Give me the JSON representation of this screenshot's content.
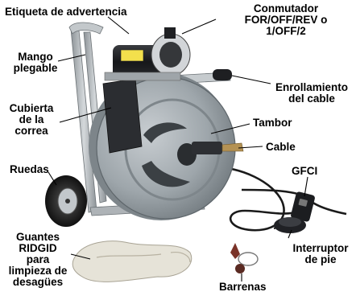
{
  "labels": {
    "warning_label": "Etiqueta de advertencia",
    "switch": [
      "Conmutador",
      "FOR/OFF/REV o",
      "1/OFF/2"
    ],
    "folding_handle": [
      "Mango",
      "plegable"
    ],
    "cable_winding": [
      "Enrollamiento",
      "del cable"
    ],
    "belt_cover": [
      "Cubierta",
      "de la",
      "correa"
    ],
    "drum": "Tambor",
    "cable": "Cable",
    "wheels": "Ruedas",
    "gfci": "GFCI",
    "gloves": [
      "Guantes",
      "RIDGID",
      "para",
      "limpieza de",
      "desagües"
    ],
    "foot_switch": [
      "Interruptor",
      "de pie"
    ],
    "augers": "Barrenas"
  },
  "colors": {
    "drum": "#9ea6ab",
    "frame": "#b9bec2",
    "motor": "#1c1d1f",
    "cable": "#1a1a1a",
    "gloves": "#e6e3d8",
    "label_text": "#000000"
  }
}
